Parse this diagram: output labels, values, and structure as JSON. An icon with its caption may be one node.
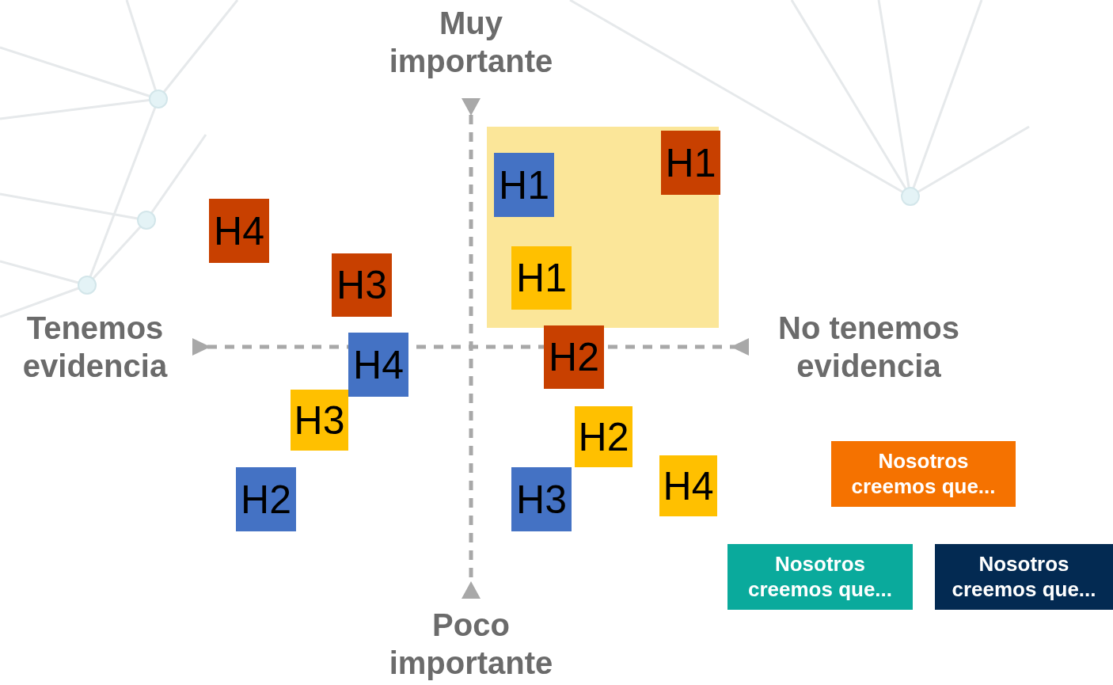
{
  "diagram": {
    "nodes": [
      {
        "text": [],
        "shape": "box"
      },
      {
        "text": [
          "H1"
        ],
        "in": 0
      },
      {
        "text": [
          "H1"
        ],
        "in": 0
      },
      {
        "text": [
          "H1"
        ],
        "in": 0
      },
      {
        "text": [
          "H4"
        ]
      },
      {
        "text": [
          "H3"
        ]
      },
      {
        "text": [
          "H2"
        ]
      },
      {
        "text": [
          "H4"
        ]
      },
      {
        "text": [
          "H3"
        ]
      },
      {
        "text": [
          "H2"
        ]
      },
      {
        "text": [
          "H4"
        ]
      },
      {
        "text": [
          "Nosotros creemos que..."
        ]
      },
      {
        "text": [
          "H2"
        ]
      },
      {
        "text": [
          "H3"
        ]
      },
      {
        "text": [
          "Nosotros creemos que..."
        ]
      },
      {
        "text": [
          "Nosotros creemos que..."
        ]
      }
    ],
    "labels": [
      "Muy importante",
      "Tenemos evidencia",
      "No tenemos evidencia",
      "Poco importante"
    ]
  }
}
